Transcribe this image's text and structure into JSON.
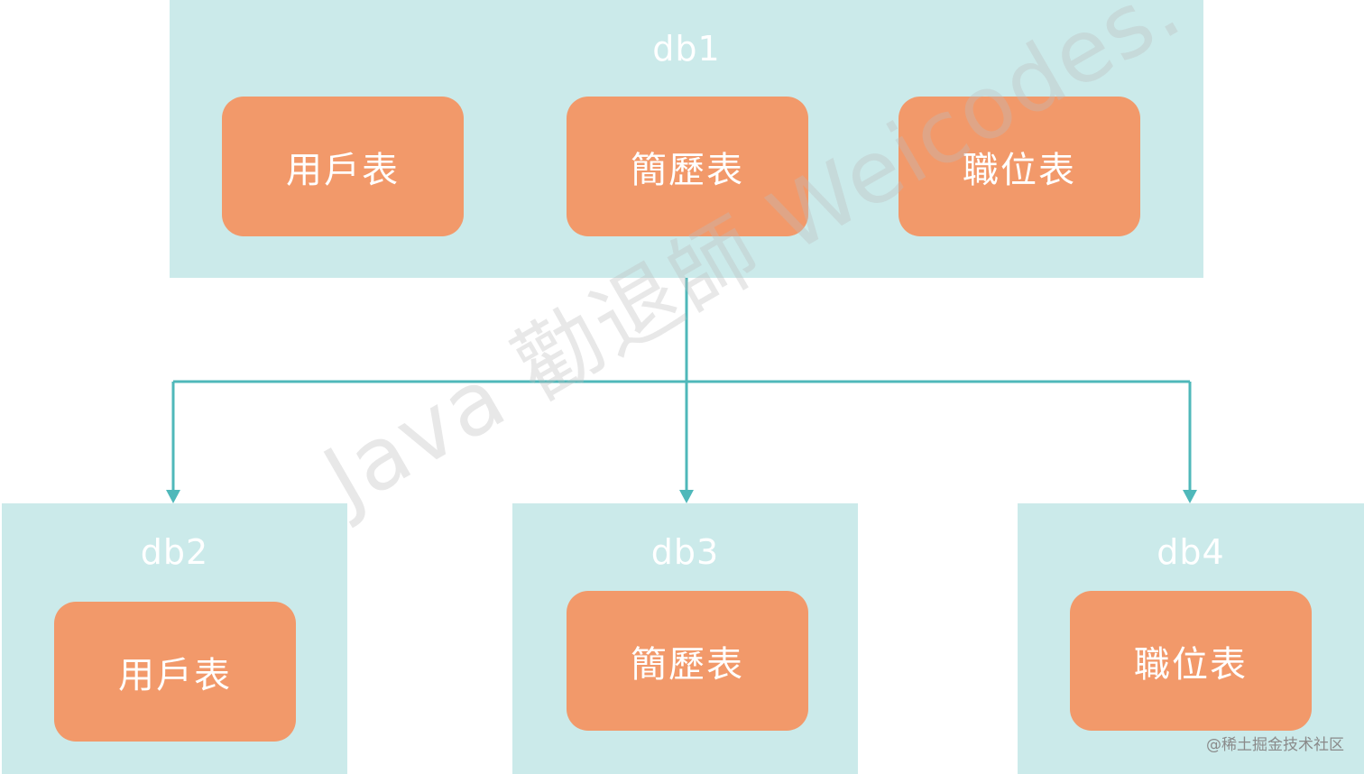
{
  "colors": {
    "db_fill": "#cbeaea",
    "table_fill": "#f2996a",
    "connector": "#4fb8ba",
    "label_text": "#ffffff"
  },
  "source_db": {
    "label": "db1",
    "tables": [
      "用戶表",
      "簡歷表",
      "職位表"
    ]
  },
  "target_dbs": [
    {
      "label": "db2",
      "table": "用戶表"
    },
    {
      "label": "db3",
      "table": "簡歷表"
    },
    {
      "label": "db4",
      "table": "職位表"
    }
  ],
  "watermark": "Java 勸退師 Weicodes.",
  "credit": "@稀土掘金技术社区"
}
